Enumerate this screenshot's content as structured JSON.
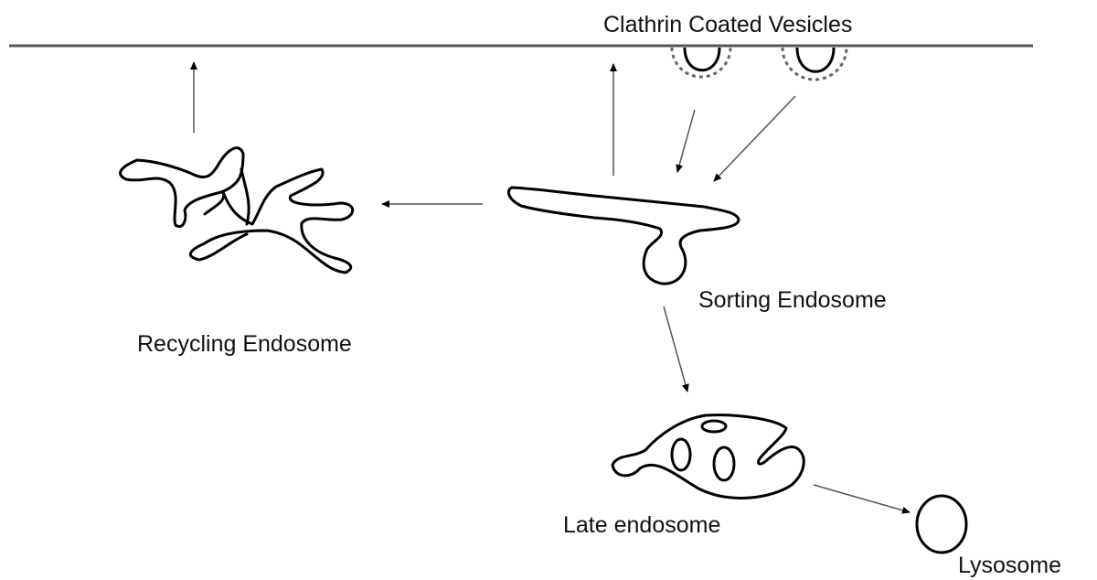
{
  "diagram": {
    "labels": {
      "clathrin": "Clathrin Coated Vesicles",
      "recycling": "Recycling Endosome",
      "sorting": "Sorting Endosome",
      "late": "Late endosome",
      "lysosome": "Lysosome"
    },
    "colors": {
      "stroke": "#000000",
      "arrow": "#555555",
      "membrane": "#555555"
    }
  }
}
